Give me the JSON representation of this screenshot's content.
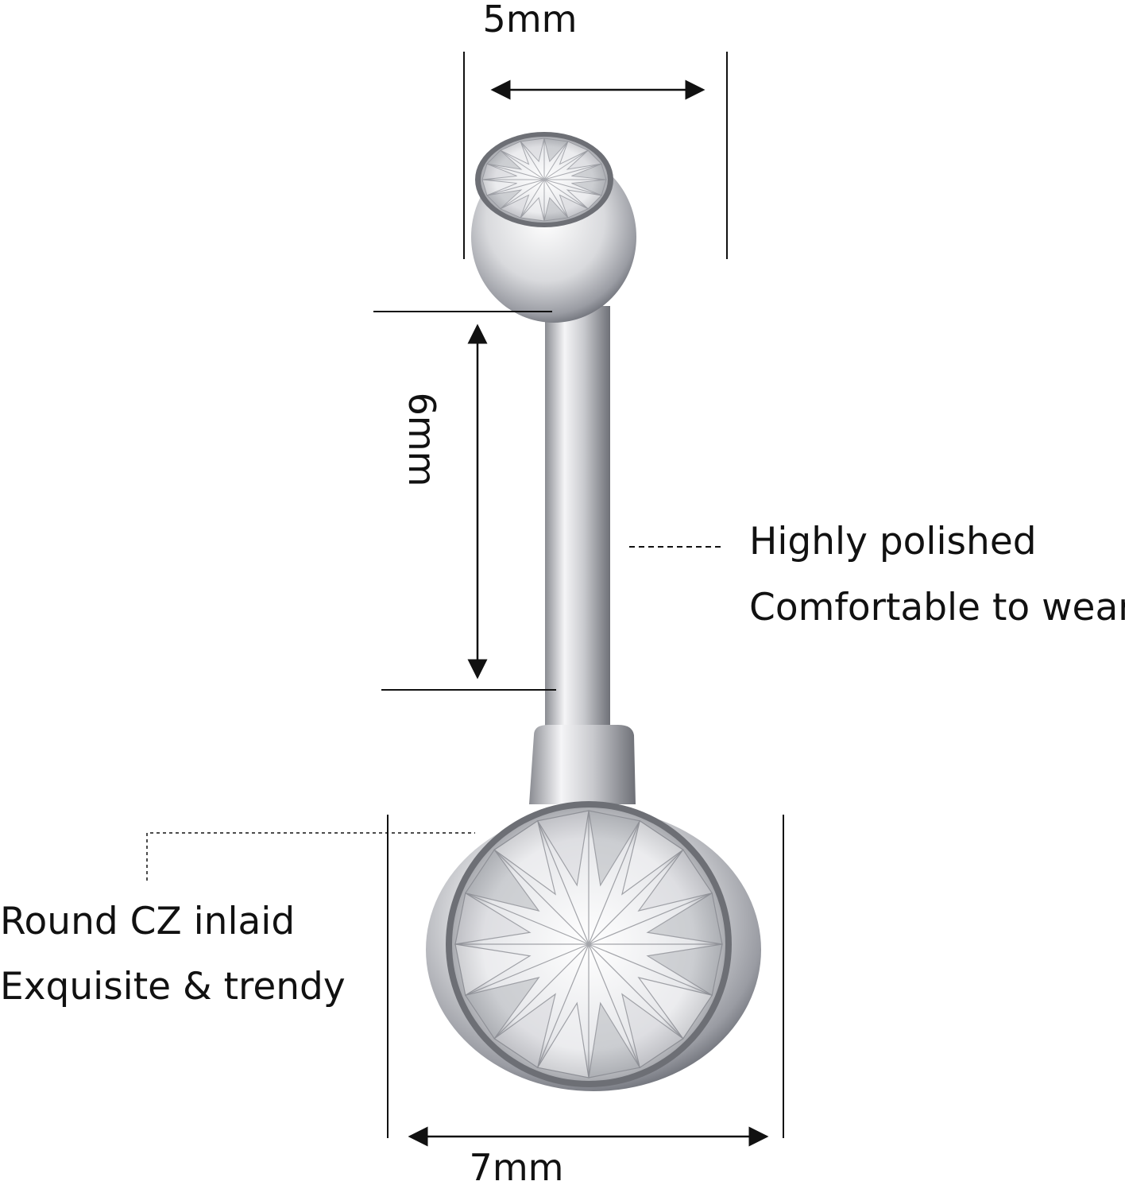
{
  "dimensions": {
    "top_ball_width": "5mm",
    "bar_length": "6mm",
    "bottom_ball_width": "7mm"
  },
  "callouts": {
    "bar": [
      "Highly polished",
      "Comfortable to wear"
    ],
    "gem": [
      "Round CZ inlaid",
      "Exquisite & trendy"
    ]
  },
  "colors": {
    "line": "#111111",
    "metal_light": "#f4f4f6",
    "metal_dark": "#7d7f86"
  }
}
